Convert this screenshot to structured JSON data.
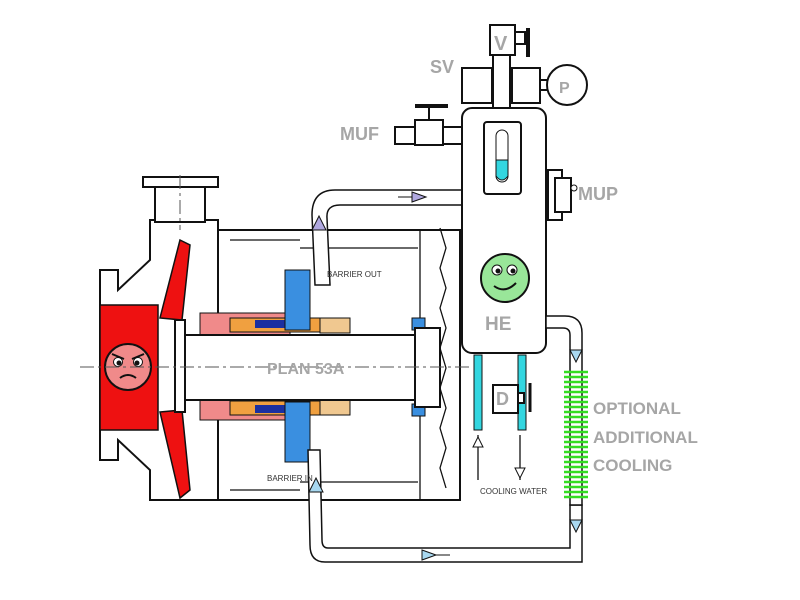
{
  "labels": {
    "v": "V",
    "sv": "SV",
    "p": "P",
    "muf": "MUF",
    "mup": "MUP",
    "he": "HE",
    "d": "D",
    "plan": "PLAN 53A",
    "barrier_out": "BARRIER OUT",
    "barrier_in": "BARRIER IN",
    "cooling_water": "COOLING WATER",
    "optional_line1": "OPTIONAL",
    "optional_line2": "ADDITIONAL",
    "optional_line3": "COOLING"
  },
  "colors": {
    "pump_casing": "#ee1111",
    "seal_housing": "#f08a8a",
    "gland": "#3a8fe0",
    "cooling_tubes": "#33d6e0",
    "cooler_coil": "#33dd22",
    "reservoir_face": "#99e699",
    "pump_face": "#f08a8a",
    "label_text": "#a6a6a6",
    "flow_arrow_out": "#b0a8e0",
    "flow_arrow_in": "#a8d8f0"
  },
  "icons": {
    "pump_face": "angry-face-icon",
    "reservoir_face": "happy-face-icon"
  }
}
